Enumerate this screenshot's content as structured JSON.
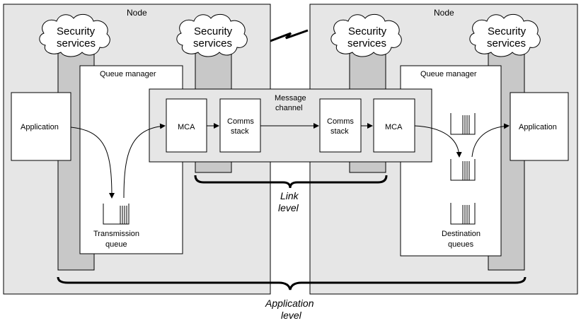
{
  "left_node": {
    "node_label": "Node",
    "queue_manager_label": "Queue manager",
    "security_services_1": [
      "Security",
      "services"
    ],
    "security_services_2": [
      "Security",
      "services"
    ],
    "application_label": "Application",
    "mca_label": "MCA",
    "comms_stack_label": [
      "Comms",
      "stack"
    ],
    "transmission_queue_label": [
      "Transmission",
      "queue"
    ]
  },
  "right_node": {
    "node_label": "Node",
    "queue_manager_label": "Queue manager",
    "security_services_1": [
      "Security",
      "services"
    ],
    "security_services_2": [
      "Security",
      "services"
    ],
    "application_label": "Application",
    "mca_label": "MCA",
    "comms_stack_label": [
      "Comms",
      "stack"
    ],
    "destination_queues_label": [
      "Destination",
      "queues"
    ]
  },
  "message_channel_label": [
    "Message",
    "channel"
  ],
  "link_level_label": [
    "Link",
    "level"
  ],
  "application_level_label": [
    "Application",
    "level"
  ],
  "colors": {
    "node_fill": "#e6e6e6",
    "security_strip_fill": "#c8c8c8",
    "box_fill": "#ffffff",
    "stroke": "#000000"
  }
}
